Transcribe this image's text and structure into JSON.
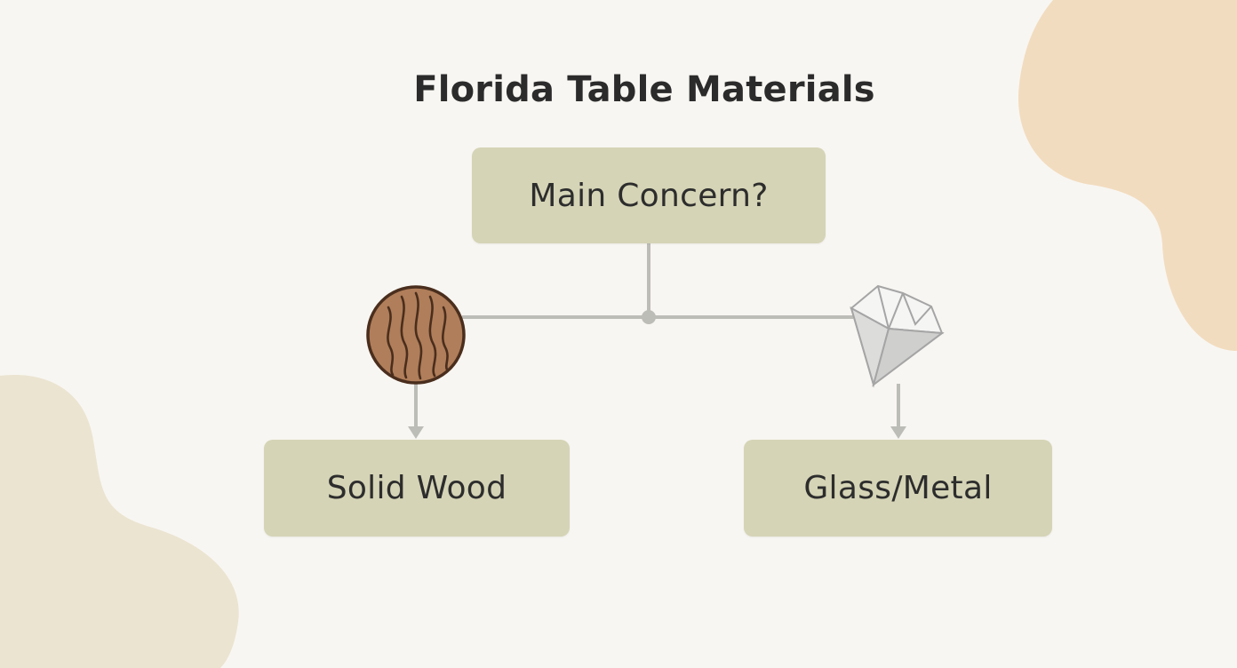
{
  "title": "Florida Table Materials",
  "nodes": {
    "main": "Main Concern?",
    "wood": "Solid Wood",
    "glass": "Glass/Metal"
  },
  "icons": {
    "wood": "wood-grain-icon",
    "glass": "diamond-icon"
  },
  "colors": {
    "background": "#f8f6f2",
    "node_fill": "#d5d4b6",
    "connector": "#bdbdb8",
    "blob_top_right": "#f2dcbf",
    "blob_bottom_left": "#ebe4d1",
    "wood_fill": "#b07e5a",
    "wood_stroke": "#4a2e1d"
  }
}
